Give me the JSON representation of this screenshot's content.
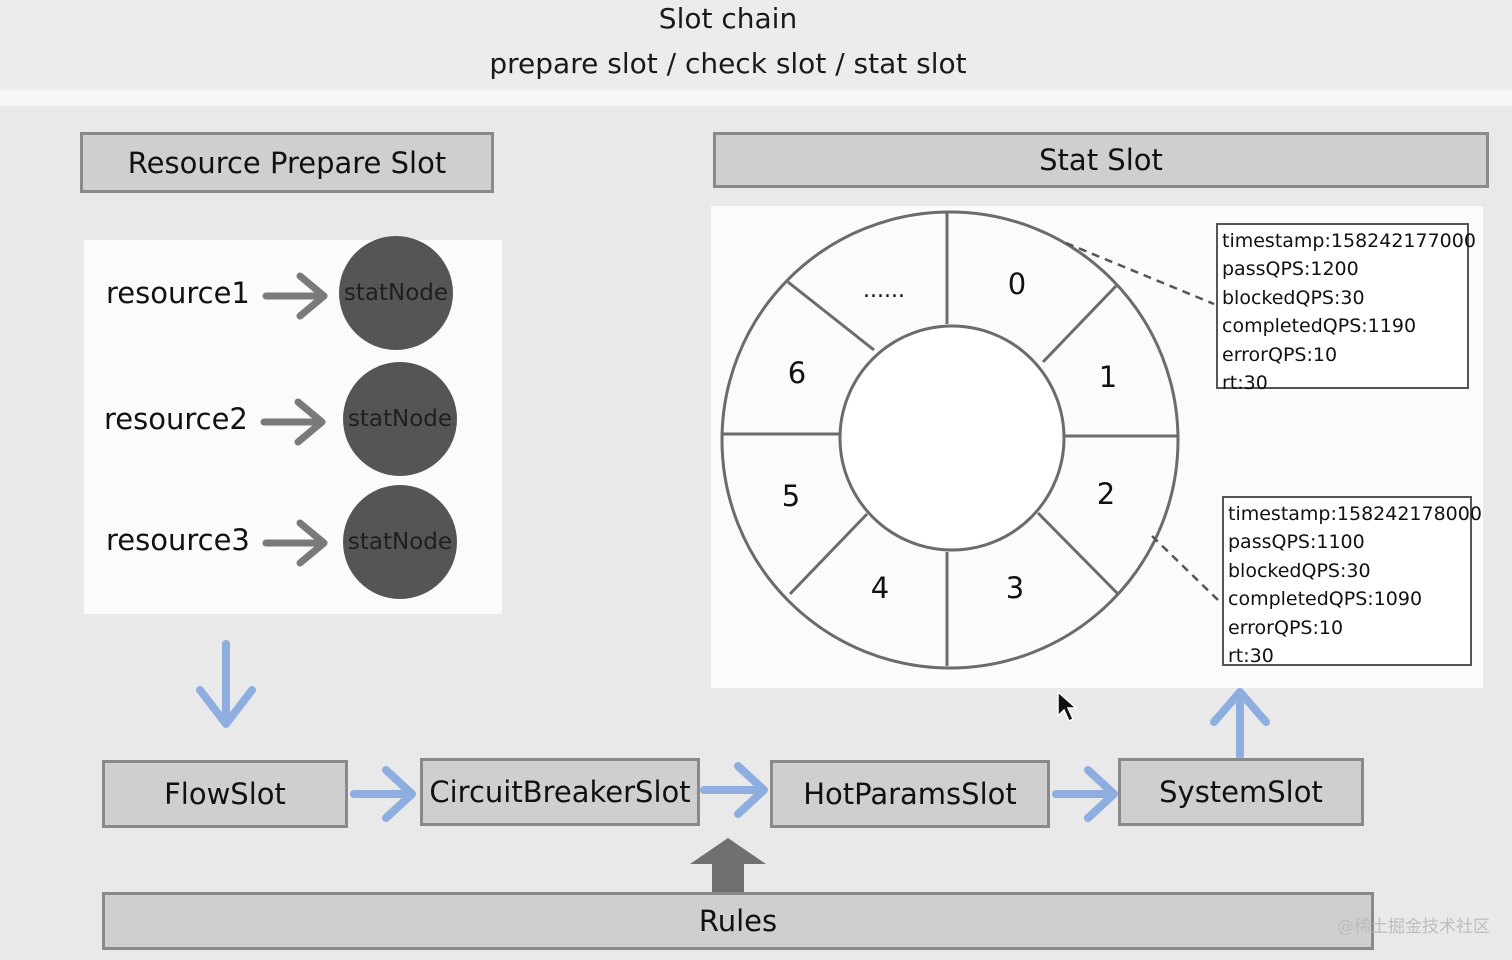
{
  "header": {
    "title": "Slot chain",
    "subtitle": "prepare slot / check slot / stat slot"
  },
  "resource_prepare": {
    "title": "Resource Prepare Slot",
    "rows": [
      {
        "resource": "resource1",
        "node": "statNode"
      },
      {
        "resource": "resource2",
        "node": "statNode"
      },
      {
        "resource": "resource3",
        "node": "statNode"
      }
    ]
  },
  "stat_slot": {
    "title": "Stat Slot",
    "ring_labels": [
      "0",
      "1",
      "2",
      "3",
      "4",
      "5",
      "6",
      "......"
    ],
    "info_boxes": [
      {
        "lines": [
          "timestamp:158242177000",
          "passQPS:1200",
          "blockedQPS:30",
          "completedQPS:1190",
          "errorQPS:10",
          "rt:30"
        ]
      },
      {
        "lines": [
          "timestamp:158242178000",
          "passQPS:1100",
          "blockedQPS:30",
          "completedQPS:1090",
          "errorQPS:10",
          "rt:30"
        ]
      }
    ]
  },
  "chain": {
    "flow": "FlowSlot",
    "circuit": "CircuitBreakerSlot",
    "hotparams": "HotParamsSlot",
    "system": "SystemSlot"
  },
  "rules": {
    "label": "Rules"
  },
  "colors": {
    "accent_arrow": "#8faee0",
    "rules_arrow": "#6f6f6f",
    "node_fill": "#555555"
  },
  "watermark": "@稀土掘金技术社区"
}
